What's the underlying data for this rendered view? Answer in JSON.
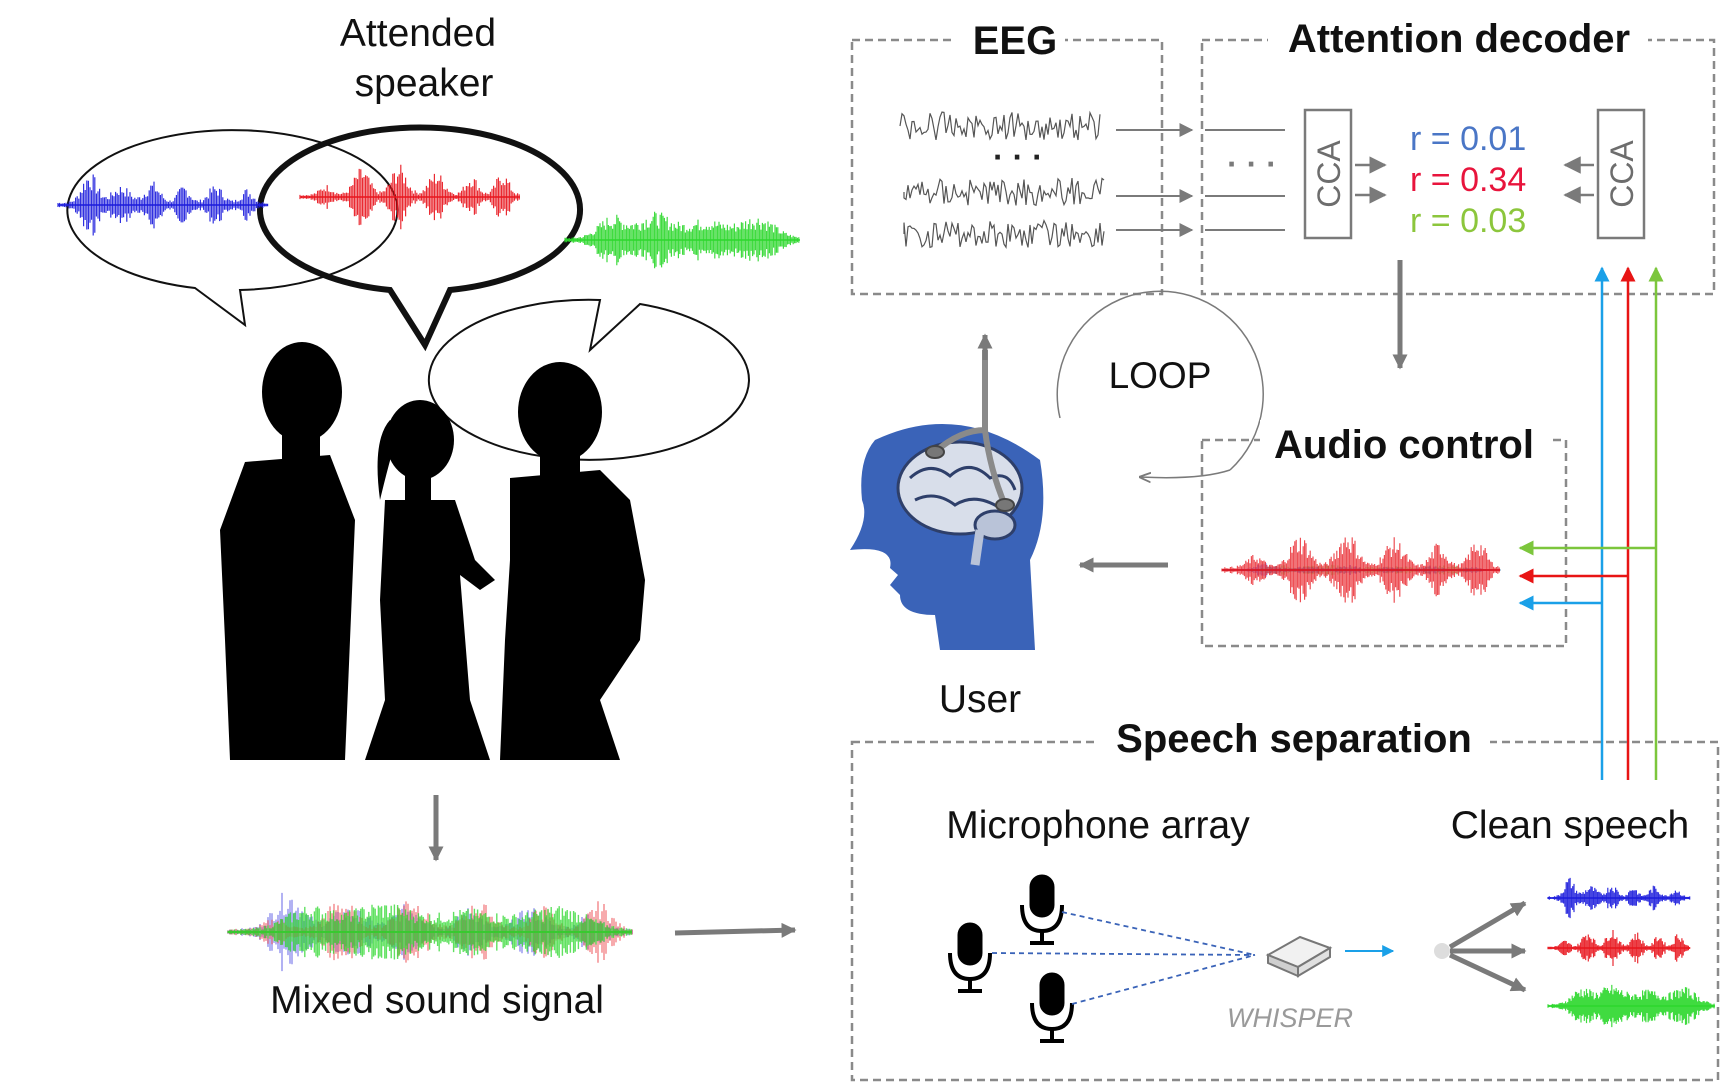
{
  "scene": {
    "attended_label_line1": "Attended",
    "attended_label_line2": "speaker",
    "mixed_label": "Mixed sound signal"
  },
  "panels": {
    "eeg_title": "EEG",
    "attention_title": "Attention decoder",
    "audio_title": "Audio control",
    "separation_title": "Speech separation",
    "user_label": "User",
    "loop_label": "LOOP",
    "eeg_ellipsis": "· · ·",
    "decoder_ellipsis": "· · ·"
  },
  "decoder": {
    "cca_label": "CCA",
    "r_values": [
      "r = 0.01",
      "r = 0.34",
      "r = 0.03"
    ]
  },
  "separation": {
    "mic_label": "Microphone array",
    "clean_label": "Clean speech",
    "device_label": "WHISPER"
  },
  "colors": {
    "speaker1": "#1a1adc",
    "speaker2": "#e8141c",
    "speaker3": "#2cd82c",
    "r1": "#4a76c6",
    "r2": "#e8143c",
    "r3": "#8cc63c",
    "line_blue": "#1aa0e8",
    "line_red": "#e81414",
    "line_green": "#7cc63c",
    "arrow_gray": "#7a7a7a",
    "head_blue": "#3a63b8"
  }
}
